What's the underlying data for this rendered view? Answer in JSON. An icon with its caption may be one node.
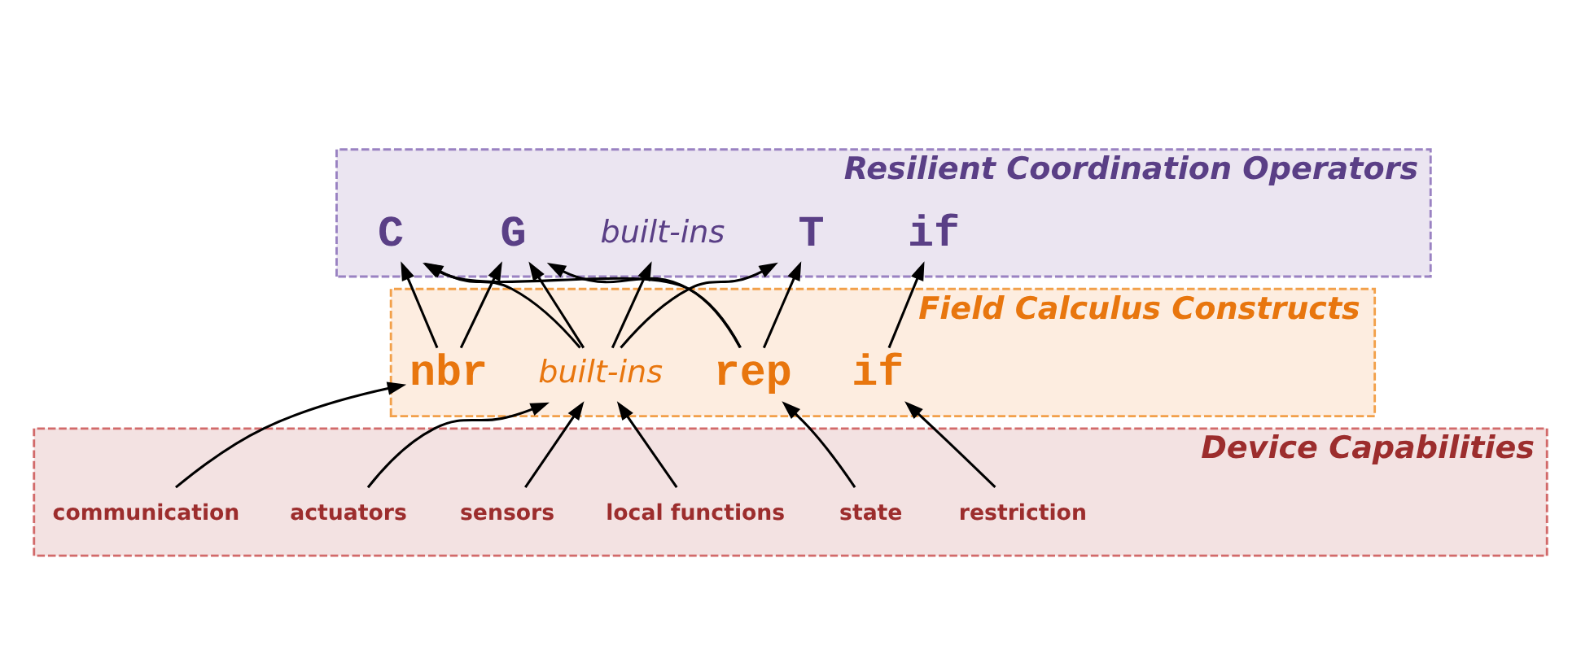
{
  "diagram": {
    "nodes": [
      {
        "text": [
          "Resilient Coordination Operators"
        ]
      },
      {
        "text": [
          "built-ins"
        ],
        "in": 0
      },
      {
        "text": [
          "C"
        ],
        "in": 0
      },
      {
        "text": [
          "G"
        ],
        "in": 0
      },
      {
        "text": [
          "T"
        ],
        "in": 0
      },
      {
        "text": [
          "if"
        ],
        "in": 0
      },
      {
        "text": [
          "Field Calculus Constructs"
        ]
      },
      {
        "text": [
          "built-ins"
        ],
        "in": 6
      },
      {
        "text": [
          "nbr"
        ],
        "in": 6
      },
      {
        "text": [
          "rep"
        ],
        "in": 6
      },
      {
        "text": [
          "if"
        ],
        "in": 6
      },
      {
        "text": [
          "Device Capabilities"
        ]
      },
      {
        "text": [
          "sensors"
        ],
        "in": 11
      },
      {
        "text": [
          "local functions"
        ],
        "in": 11
      },
      {
        "text": [
          "actuators"
        ],
        "in": 11
      },
      {
        "text": [
          "communication"
        ],
        "in": 11
      },
      {
        "text": [
          "state"
        ],
        "in": 11
      },
      {
        "text": [
          "restriction"
        ],
        "in": 11
      }
    ],
    "edges": [
      {
        "from": 7,
        "to": 1,
        "arrow": "to"
      },
      {
        "from": 7,
        "to": 2,
        "arrow": "to"
      },
      {
        "from": 7,
        "to": 3,
        "arrow": "to"
      },
      {
        "from": 7,
        "to": 4,
        "arrow": "to"
      },
      {
        "from": 8,
        "to": 2,
        "arrow": "to"
      },
      {
        "from": 8,
        "to": 3,
        "arrow": "to"
      },
      {
        "from": 9,
        "to": 2,
        "arrow": "to"
      },
      {
        "from": 9,
        "to": 3,
        "arrow": "to"
      },
      {
        "from": 9,
        "to": 4,
        "arrow": "to"
      },
      {
        "from": 10,
        "to": 5,
        "arrow": "to"
      },
      {
        "from": 12,
        "to": 7,
        "arrow": "to"
      },
      {
        "from": 13,
        "to": 7,
        "arrow": "to"
      },
      {
        "from": 14,
        "to": 7,
        "arrow": "to"
      },
      {
        "from": 15,
        "to": 8,
        "arrow": "to"
      },
      {
        "from": 16,
        "to": 9,
        "arrow": "to"
      },
      {
        "from": 17,
        "to": 10,
        "arrow": "to"
      }
    ]
  }
}
